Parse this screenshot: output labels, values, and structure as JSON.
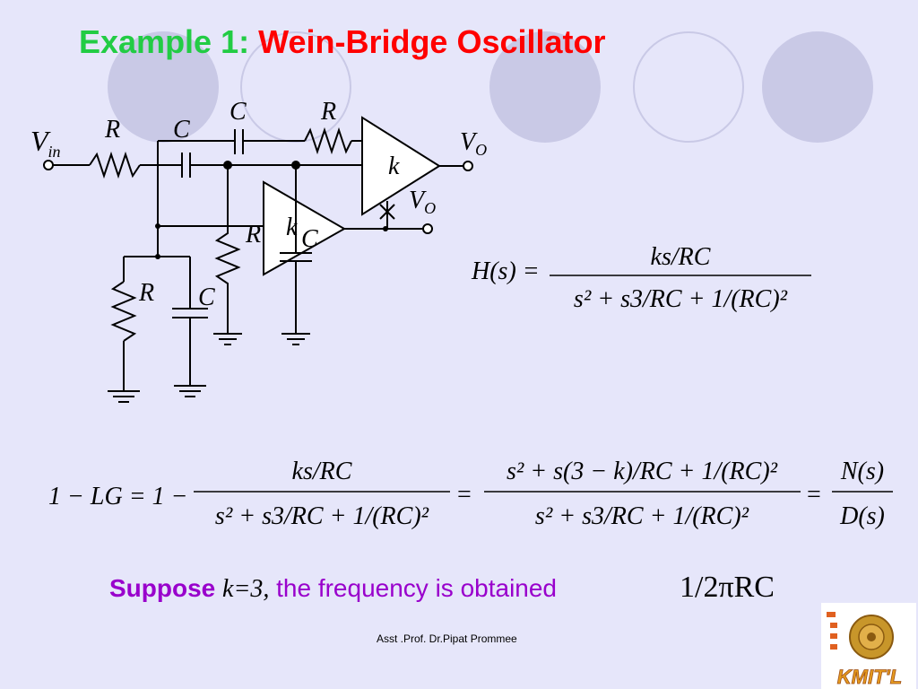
{
  "title": {
    "prefix": "Example 1:",
    "main": "Wein-Bridge Oscillator"
  },
  "colors": {
    "title_prefix": "#22cc44",
    "title_main": "#ff0000",
    "suppose": "#9900cc",
    "background": "#e6e6fa",
    "decor": "#c9c9e6"
  },
  "circuit": {
    "vin": "V",
    "vin_sub": "in",
    "vo_top": "V",
    "vo_top_sub": "O",
    "vo_mid": "V",
    "vo_mid_sub": "O",
    "r_input": "R",
    "c_input": "C",
    "c_top": "C",
    "r_top": "R",
    "amp_gain_1": "k",
    "amp_gain_2": "k",
    "r_mid": "R",
    "c_mid": "C",
    "r_bottom": "R",
    "c_bottom": "C"
  },
  "eq_H": {
    "lhs": "H(s) =",
    "num": "ks/RC",
    "den": "s² + s3/RC + 1/(RC)²"
  },
  "eq_LG": {
    "lhs": "1 − LG = 1 −",
    "frac1_num": "ks/RC",
    "frac1_den": "s² + s3/RC + 1/(RC)²",
    "eq1": "=",
    "frac2_num": "s² + s(3 − k)/RC + 1/(RC)²",
    "frac2_den": "s² + s3/RC + 1/(RC)²",
    "eq2": "=",
    "frac3_num": "N(s)",
    "frac3_den": "D(s)"
  },
  "suppose": {
    "word": "Suppose",
    "condition": "k=3,",
    "rest": "the frequency is obtained",
    "formula": "1/2πRC"
  },
  "footer": "Asst .Prof. Dr.Pipat Prommee",
  "logo": {
    "text": "KMIT'L"
  }
}
